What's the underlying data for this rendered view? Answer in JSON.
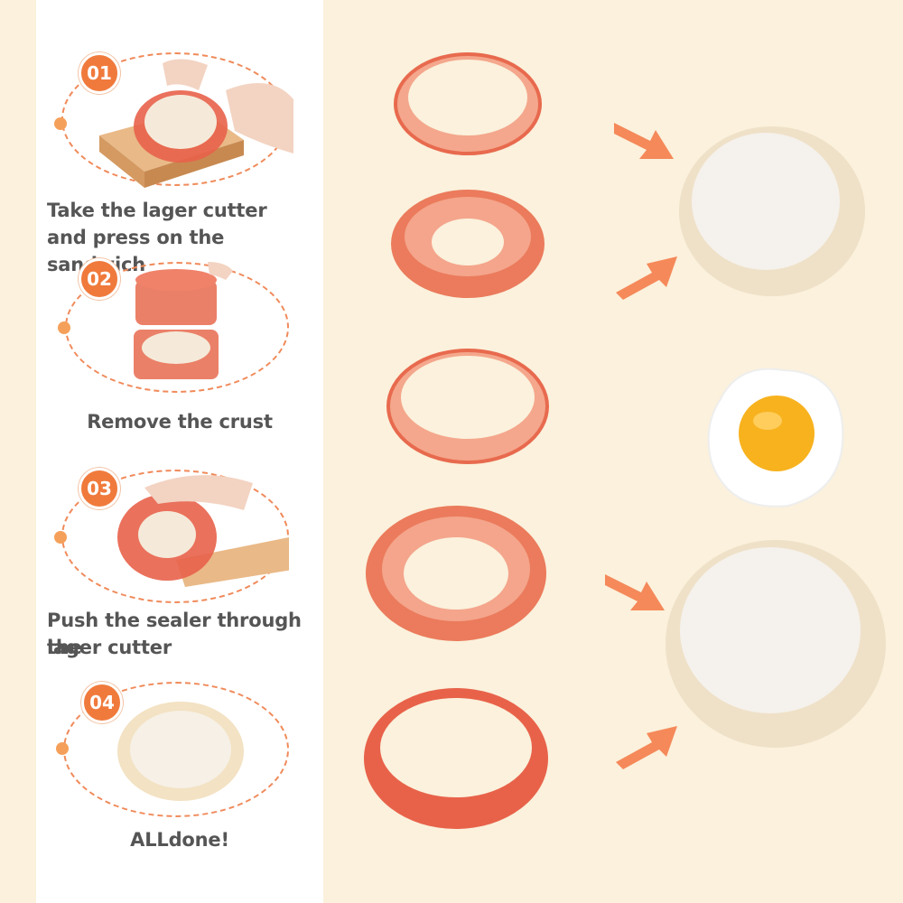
{
  "steps": [
    {
      "number": "01",
      "caption_line1": "Take the lager cutter",
      "caption_line2": "and press on the sandwich"
    },
    {
      "number": "02",
      "caption_line1": "Remove the crust",
      "caption_line2": ""
    },
    {
      "number": "03",
      "caption_line1": "Push the sealer through the",
      "caption_line2": "lager cutter"
    },
    {
      "number": "04",
      "caption_line1": "ALLdone!",
      "caption_line2": ""
    }
  ],
  "colors": {
    "background": "#fbf1dc",
    "panel": "#ffffff",
    "accent_orange": "#f07a3c",
    "cutter_red": "#e86a4e",
    "arrow": "#f5895a"
  }
}
